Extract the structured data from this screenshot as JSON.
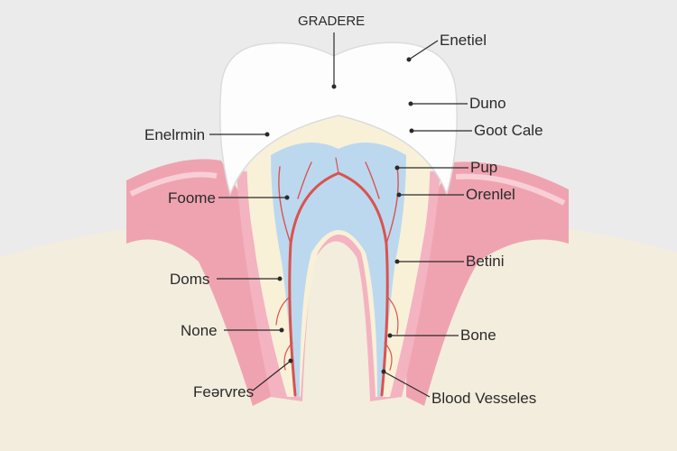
{
  "diagram": {
    "top_label": "GRADERE",
    "labels": {
      "enetiel": "Enetiel",
      "duno": "Duno",
      "goot_cale": "Goot Cale",
      "pup": "Pup",
      "orenlel": "Orenlel",
      "betini": "Betini",
      "bone": "Bone",
      "blood_vesseles": "Blood Vesseles",
      "enelrmin": "Enelrmin",
      "foome": "Foome",
      "doms": "Doms",
      "none": "None",
      "feervres": "Feərvres"
    },
    "colors": {
      "background": "#ebebeb",
      "enamel": "#ffffff",
      "dentin": "#f7f0d6",
      "pulp": "#bcd9f0",
      "gum": "#f0a7b4",
      "bone": "#f2ecdc",
      "vessel": "#d9534f"
    }
  }
}
